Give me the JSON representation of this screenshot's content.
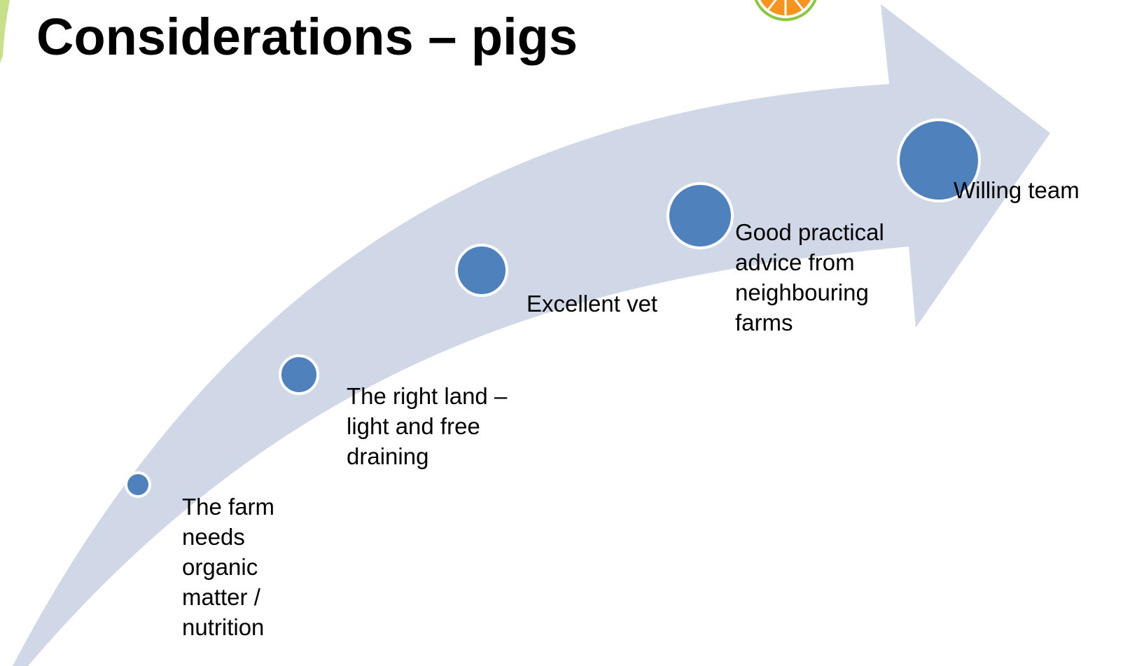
{
  "title": "Considerations – pigs",
  "colors": {
    "arrow": "#d0d8e8",
    "circle_fill": "#4f81bd",
    "circle_stroke": "#ffffff",
    "logo_orange": "#f7941d",
    "logo_green": "#8dc63f",
    "corner_green": "#c8e08a"
  },
  "logo": {
    "name": "orange-slice-logo"
  },
  "steps": [
    {
      "label": "The farm needs organic matter / nutrition"
    },
    {
      "label": "The right land – light and free draining"
    },
    {
      "label": "Excellent vet"
    },
    {
      "label": "Good practical advice from neighbouring farms"
    },
    {
      "label": "Willing team"
    }
  ]
}
